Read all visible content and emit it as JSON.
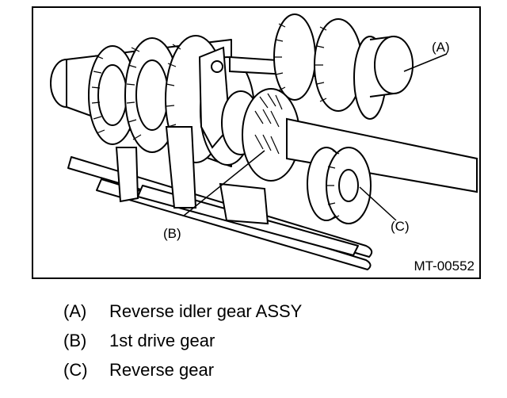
{
  "figure": {
    "callouts": {
      "a": "(A)",
      "b": "(B)",
      "c": "(C)"
    },
    "reference_code": "MT-00552"
  },
  "legend": [
    {
      "key": "(A)",
      "label": "Reverse idler gear ASSY"
    },
    {
      "key": "(B)",
      "label": "1st drive gear"
    },
    {
      "key": "(C)",
      "label": "Reverse gear"
    }
  ]
}
